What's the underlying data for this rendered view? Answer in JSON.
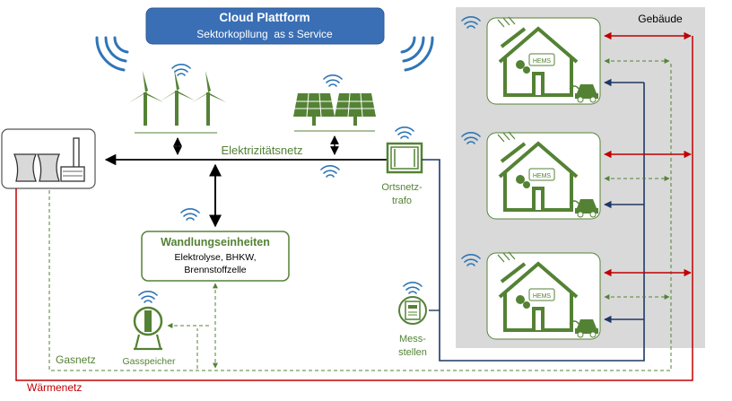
{
  "cloud": {
    "title": "Cloud Plattform",
    "subtitle": "Sektorkopllung  as s Service"
  },
  "building_area": {
    "label": "Gebäude"
  },
  "grid": {
    "label": "Elektrizitätsnetz"
  },
  "transformer": {
    "label_line1": "Ortsnetz-",
    "label_line2": "trafo"
  },
  "conversion": {
    "title": "Wandlungseinheiten",
    "line1": "Elektrolyse, BHKW,",
    "line2": "Brennstoffzelle"
  },
  "gas_storage": {
    "label": "Gasspeicher"
  },
  "metering": {
    "label_line1": "Mess-",
    "label_line2": "stellen"
  },
  "gas_network": {
    "label": "Gasnetz"
  },
  "heat_network": {
    "label": "Wärmenetz"
  },
  "houses": [
    {
      "hems_label": "HEMS"
    },
    {
      "hems_label": "HEMS"
    },
    {
      "hems_label": "HEMS"
    }
  ],
  "colors": {
    "green": "#548235",
    "red": "#c00000",
    "navy": "#1f3864",
    "blue_cloud": "#3a6fb5",
    "wifi": "#2e75b6",
    "gray_area": "#d9d9d9"
  },
  "icons": {
    "wind": "wind-turbine-icon",
    "solar": "solar-panel-icon",
    "plant": "power-plant-icon",
    "trafo": "transformer-icon",
    "gas": "gas-storage-icon",
    "meter": "smart-meter-icon",
    "house": "house-icon",
    "car": "electric-car-icon",
    "wifi": "wifi-icon"
  }
}
